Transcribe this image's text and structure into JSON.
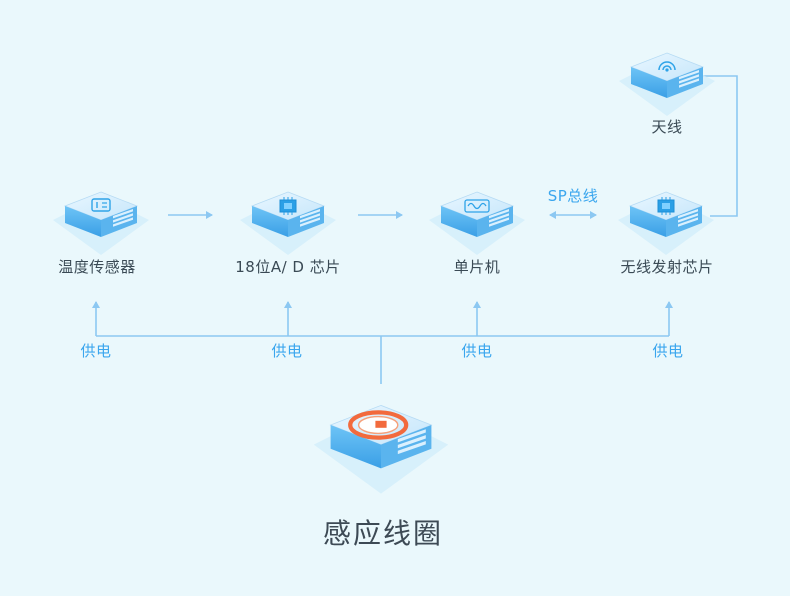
{
  "nodes": {
    "sensor": "温度传感器",
    "adc": "18位A/ D 芯片",
    "mcu": "单片机",
    "wireless": "无线发射芯片",
    "antenna": "天线",
    "coil": "感应线圈"
  },
  "edges": {
    "bus": "SP总线",
    "power": "供电"
  }
}
